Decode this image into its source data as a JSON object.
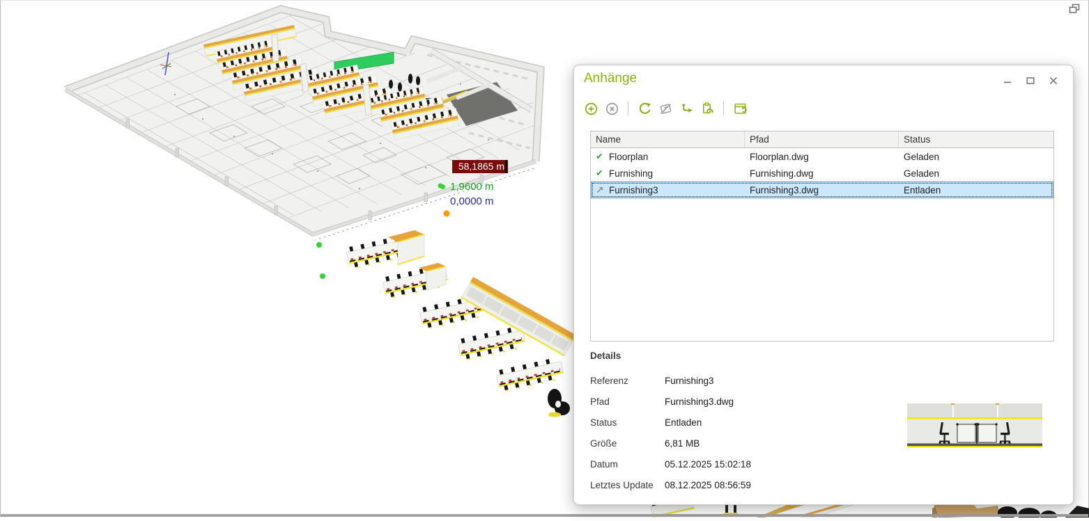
{
  "colors": {
    "accent_green": "#8CB40E",
    "check_green": "#3FA03C",
    "selection_bg": "#CBE7FB",
    "selection_border": "#4F92D1",
    "dim_distance_bg": "#7A0B0B",
    "dim_green_text": "#1D9C21",
    "dim_blue_text": "#2B2BA6"
  },
  "viewport": {
    "float_icon": "restore-viewport-icon",
    "dimension_inputs": {
      "distance": "58,1865 m",
      "green": "1,9600 m",
      "blue": "0,0000 m"
    }
  },
  "dialog": {
    "title": "Anhänge",
    "window_buttons": [
      "minimize",
      "maximize",
      "close"
    ],
    "toolbar_icons": [
      "attach-plus-icon",
      "detach-x-icon",
      "reload-icon",
      "unload-icon",
      "bind-icon",
      "sync-clipboard-icon",
      "browse-window-icon"
    ],
    "icons": {
      "check": "✔",
      "unloaded": "↗"
    },
    "table": {
      "columns": [
        "Name",
        "Pfad",
        "Status"
      ],
      "rows": [
        {
          "name": "Floorplan",
          "path": "Floorplan.dwg",
          "status": "Geladen",
          "icon": "check",
          "selected": false
        },
        {
          "name": "Furnishing",
          "path": "Furnishing.dwg",
          "status": "Geladen",
          "icon": "check",
          "selected": false
        },
        {
          "name": "Furnishing3",
          "path": "Furnishing3.dwg",
          "status": "Entladen",
          "icon": "unloaded",
          "selected": true
        }
      ]
    },
    "details": {
      "heading": "Details",
      "rows": [
        {
          "label": "Referenz",
          "value": "Furnishing3"
        },
        {
          "label": "Pfad",
          "value": "Furnishing3.dwg"
        },
        {
          "label": "Status",
          "value": "Entladen"
        },
        {
          "label": "Größe",
          "value": "6,81 MB"
        },
        {
          "label": "Datum",
          "value": "05.12.2025 15:02:18"
        },
        {
          "label": "Letztes Update",
          "value": "08.12.2025 08:56:59"
        }
      ]
    }
  }
}
